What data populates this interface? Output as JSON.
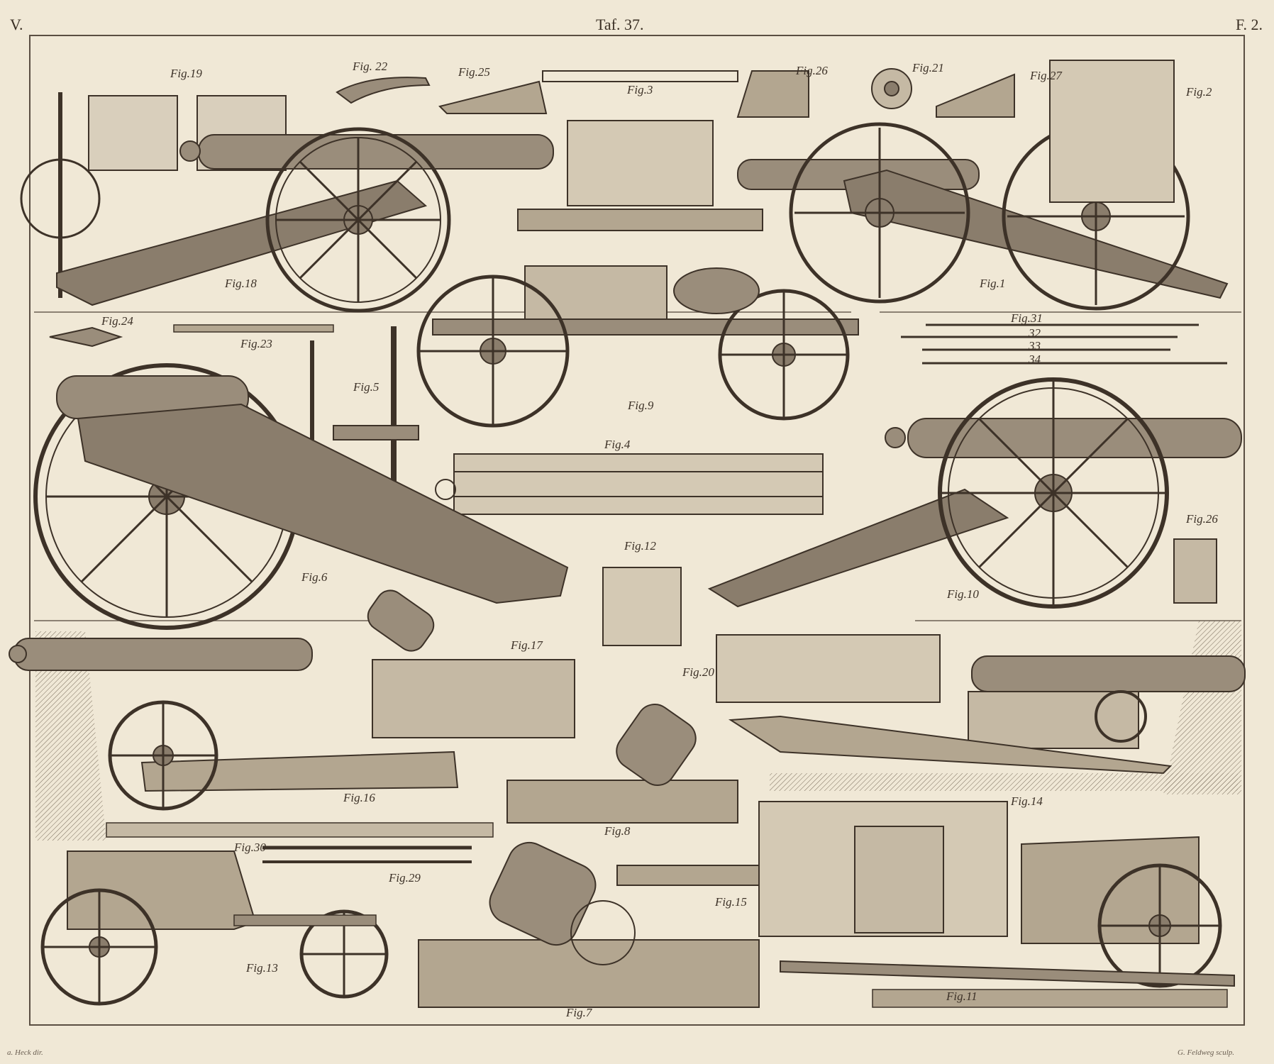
{
  "plate": {
    "left_mark": "V.",
    "title": "Taf. 37.",
    "right_mark": "F. 2."
  },
  "figures": [
    {
      "id": "fig19",
      "label": "Fig.19"
    },
    {
      "id": "fig22",
      "label": "Fig. 22"
    },
    {
      "id": "fig25a",
      "label": "Fig.25"
    },
    {
      "id": "fig3",
      "label": "Fig.3"
    },
    {
      "id": "fig26a",
      "label": "Fig.26"
    },
    {
      "id": "fig21",
      "label": "Fig.21"
    },
    {
      "id": "fig27",
      "label": "Fig.27"
    },
    {
      "id": "fig2",
      "label": "Fig.2"
    },
    {
      "id": "fig18",
      "label": "Fig.18"
    },
    {
      "id": "fig1",
      "label": "Fig.1"
    },
    {
      "id": "fig24",
      "label": "Fig.24"
    },
    {
      "id": "fig23",
      "label": "Fig.23"
    },
    {
      "id": "fig5",
      "label": "Fig.5"
    },
    {
      "id": "fig9",
      "label": "Fig.9"
    },
    {
      "id": "fig31",
      "label": "Fig.31"
    },
    {
      "id": "fig32",
      "label": "32"
    },
    {
      "id": "fig33",
      "label": "33"
    },
    {
      "id": "fig34",
      "label": "34"
    },
    {
      "id": "fig4",
      "label": "Fig.4"
    },
    {
      "id": "fig6",
      "label": "Fig.6"
    },
    {
      "id": "fig12",
      "label": "Fig.12"
    },
    {
      "id": "fig10",
      "label": "Fig.10"
    },
    {
      "id": "fig26b",
      "label": "Fig.26"
    },
    {
      "id": "fig17",
      "label": "Fig.17"
    },
    {
      "id": "fig20",
      "label": "Fig.20"
    },
    {
      "id": "fig16",
      "label": "Fig.16"
    },
    {
      "id": "fig8",
      "label": "Fig.8"
    },
    {
      "id": "fig14",
      "label": "Fig.14"
    },
    {
      "id": "fig30",
      "label": "Fig.30"
    },
    {
      "id": "fig29",
      "label": "Fig.29"
    },
    {
      "id": "fig15",
      "label": "Fig.15"
    },
    {
      "id": "fig13",
      "label": "Fig.13"
    },
    {
      "id": "fig7",
      "label": "Fig.7"
    },
    {
      "id": "fig11",
      "label": "Fig.11"
    }
  ],
  "signatures": {
    "left": "a. Heck dir.",
    "right": "G. Feldweg sculp."
  },
  "colors": {
    "paper": "#f0e8d6",
    "ink": "#3d3228",
    "iron": "#8a7d6c",
    "wood": "#b3a690"
  }
}
